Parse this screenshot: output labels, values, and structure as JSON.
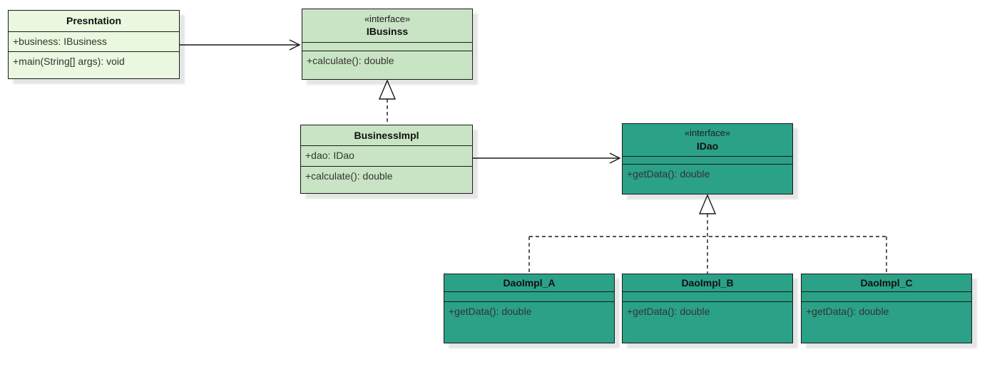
{
  "diagram": {
    "kind": "uml-class-diagram"
  },
  "colors": {
    "class_light_green_fill": "#e9f8df",
    "class_pale_green_fill": "#c9e4c4",
    "class_teal_fill": "#2ba188",
    "border": "#1a1a1a",
    "member_text": "#333333",
    "background": "#ffffff"
  },
  "classes": {
    "presentation": {
      "name": "Presntation",
      "attributes": [
        "+business: IBusiness"
      ],
      "methods": [
        "+main(String[] args): void"
      ]
    },
    "ibusiness": {
      "stereotype": "«interface»",
      "name": "IBusinss",
      "attributes": [],
      "methods": [
        "+calculate(): double"
      ]
    },
    "businessimpl": {
      "name": "BusinessImpl",
      "attributes": [
        "+dao: IDao"
      ],
      "methods": [
        "+calculate(): double"
      ]
    },
    "idao": {
      "stereotype": "«interface»",
      "name": "IDao",
      "attributes": [],
      "methods": [
        "+getData(): double"
      ]
    },
    "daoimpl_a": {
      "name": "DaoImpl_A",
      "attributes": [],
      "methods": [
        "+getData(): double"
      ]
    },
    "daoimpl_b": {
      "name": "DaoImpl_B",
      "attributes": [],
      "methods": [
        "+getData(): double"
      ]
    },
    "daoimpl_c": {
      "name": "DaoImpl_C",
      "attributes": [],
      "methods": [
        "+getData(): double"
      ]
    }
  },
  "relations": [
    {
      "from": "Presntation",
      "to": "IBusinss",
      "type": "association"
    },
    {
      "from": "BusinessImpl",
      "to": "IBusinss",
      "type": "realization"
    },
    {
      "from": "BusinessImpl",
      "to": "IDao",
      "type": "association"
    },
    {
      "from": "DaoImpl_A",
      "to": "IDao",
      "type": "realization"
    },
    {
      "from": "DaoImpl_B",
      "to": "IDao",
      "type": "realization"
    },
    {
      "from": "DaoImpl_C",
      "to": "IDao",
      "type": "realization"
    }
  ]
}
